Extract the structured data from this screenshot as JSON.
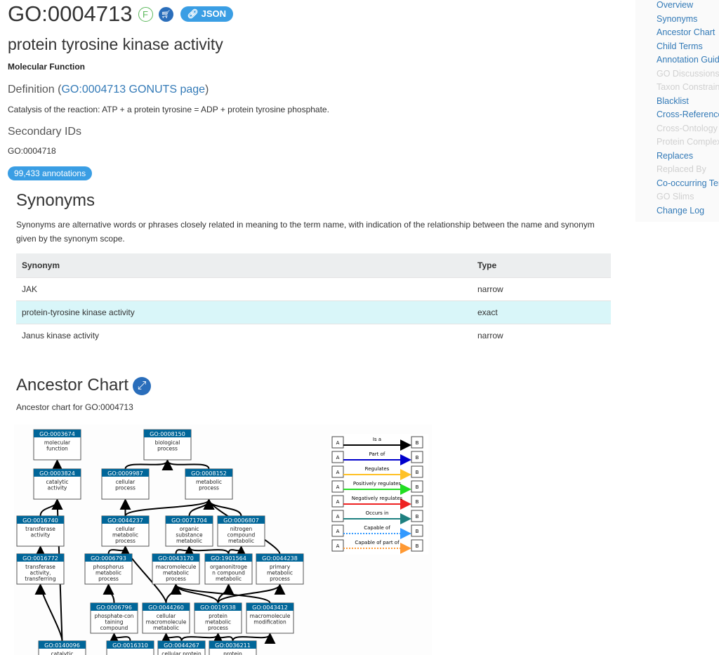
{
  "header": {
    "go_id": "GO:0004713",
    "aspect_badge": "F",
    "json_label": "JSON",
    "term_name": "protein tyrosine kinase activity",
    "aspect": "Molecular Function"
  },
  "definition": {
    "heading_prefix": "Definition (",
    "link": "GO:0004713 GONUTS page",
    "heading_suffix": ")",
    "text": "Catalysis of the reaction: ATP + a protein tyrosine = ADP + protein tyrosine phosphate."
  },
  "secondary": {
    "heading": "Secondary IDs",
    "ids": "GO:0004718"
  },
  "annotations": "99,433 annotations",
  "synonyms": {
    "heading": "Synonyms",
    "description": "Synonyms are alternative words or phrases closely related in meaning to the term name, with indication of the relationship between the name and synonym given by the synonym scope.",
    "columns": [
      "Synonym",
      "Type"
    ],
    "rows": [
      [
        "JAK",
        "narrow"
      ],
      [
        "protein-tyrosine kinase activity",
        "exact"
      ],
      [
        "Janus kinase activity",
        "narrow"
      ]
    ]
  },
  "ancestor": {
    "heading": "Ancestor Chart",
    "caption": "Ancestor chart for GO:0004713",
    "nodes": [
      {
        "id": "GO:0003674",
        "label": [
          "molecular",
          "function"
        ]
      },
      {
        "id": "GO:0008150",
        "label": [
          "biological",
          "process"
        ]
      },
      {
        "id": "GO:0003824",
        "label": [
          "catalytic",
          "activity"
        ]
      },
      {
        "id": "GO:0009987",
        "label": [
          "cellular",
          "process"
        ]
      },
      {
        "id": "GO:0008152",
        "label": [
          "metabolic",
          "process"
        ]
      },
      {
        "id": "GO:0016740",
        "label": [
          "transferase",
          "activity"
        ]
      },
      {
        "id": "GO:0044237",
        "label": [
          "cellular",
          "metabolic",
          "process"
        ]
      },
      {
        "id": "GO:0071704",
        "label": [
          "organic",
          "substance",
          "metabolic"
        ]
      },
      {
        "id": "GO:0006807",
        "label": [
          "nitrogen",
          "compound",
          "metabolic"
        ]
      },
      {
        "id": "GO:0016772",
        "label": [
          "transferase",
          "activity,",
          "transferring"
        ]
      },
      {
        "id": "GO:0006793",
        "label": [
          "phosphorus",
          "metabolic",
          "process"
        ]
      },
      {
        "id": "GO:0043170",
        "label": [
          "macromolecule",
          "metabolic",
          "process"
        ]
      },
      {
        "id": "GO:1901564",
        "label": [
          "organonitroge",
          "n compound",
          "metabolic"
        ]
      },
      {
        "id": "GO:0044238",
        "label": [
          "primary",
          "metabolic",
          "process"
        ]
      },
      {
        "id": "GO:0006796",
        "label": [
          "phosphate-con",
          "taining",
          "compound"
        ]
      },
      {
        "id": "GO:0044260",
        "label": [
          "cellular",
          "macromolecule",
          "metabolic"
        ]
      },
      {
        "id": "GO:0019538",
        "label": [
          "protein",
          "metabolic",
          "process"
        ]
      },
      {
        "id": "GO:0043412",
        "label": [
          "macromolecule",
          "modification"
        ]
      },
      {
        "id": "GO:0140096",
        "label": [
          "catalytic"
        ]
      },
      {
        "id": "GO:0016310",
        "label": []
      },
      {
        "id": "GO:0044267",
        "label": [
          "cellular protein"
        ]
      },
      {
        "id": "GO:0036211",
        "label": [
          "protein"
        ]
      }
    ],
    "edges": [
      [
        "GO:0003824",
        "GO:0003674"
      ],
      [
        "GO:0009987",
        "GO:0008150"
      ],
      [
        "GO:0008152",
        "GO:0008150"
      ],
      [
        "GO:0016740",
        "GO:0003824"
      ],
      [
        "GO:0044237",
        "GO:0009987"
      ],
      [
        "GO:0044237",
        "GO:0008152"
      ],
      [
        "GO:0071704",
        "GO:0008152"
      ],
      [
        "GO:0006807",
        "GO:0008152"
      ],
      [
        "GO:0044238",
        "GO:0008152"
      ],
      [
        "GO:0016772",
        "GO:0016740"
      ],
      [
        "GO:0006793",
        "GO:0044237"
      ],
      [
        "GO:0043170",
        "GO:0071704"
      ],
      [
        "GO:1901564",
        "GO:0071704"
      ],
      [
        "GO:1901564",
        "GO:0006807"
      ],
      [
        "GO:0006796",
        "GO:0006793"
      ],
      [
        "GO:0044260",
        "GO:0043170"
      ],
      [
        "GO:0044260",
        "GO:0044237"
      ],
      [
        "GO:0019538",
        "GO:0043170"
      ],
      [
        "GO:0019538",
        "GO:1901564"
      ],
      [
        "GO:0019538",
        "GO:0044238"
      ],
      [
        "GO:0043412",
        "GO:0043170"
      ],
      [
        "GO:0140096",
        "GO:0003824"
      ],
      [
        "GO:0140096",
        "GO:0016772"
      ],
      [
        "GO:0016310",
        "GO:0006796"
      ],
      [
        "GO:0044267",
        "GO:0044260"
      ],
      [
        "GO:0044267",
        "GO:0019538"
      ],
      [
        "GO:0036211",
        "GO:0019538"
      ],
      [
        "GO:0036211",
        "GO:0043412"
      ]
    ],
    "legend": [
      {
        "label": "Is a",
        "color": "#000000",
        "dashed": false
      },
      {
        "label": "Part of",
        "color": "#0000cc",
        "dashed": false
      },
      {
        "label": "Regulates",
        "color": "#ffc125",
        "dashed": false
      },
      {
        "label": "Positively regulates",
        "color": "#22dd22",
        "dashed": false
      },
      {
        "label": "Negatively regulates",
        "color": "#ee2222",
        "dashed": false
      },
      {
        "label": "Occurs in",
        "color": "#1f8080",
        "dashed": false
      },
      {
        "label": "Capable of",
        "color": "#3399ff",
        "dashed": true
      },
      {
        "label": "Capable of part of",
        "color": "#ff9933",
        "dashed": true
      }
    ],
    "legend_a": "A",
    "legend_b": "B"
  },
  "sidebar": [
    {
      "label": "Overview",
      "enabled": true
    },
    {
      "label": "Synonyms",
      "enabled": true
    },
    {
      "label": "Ancestor Chart",
      "enabled": true
    },
    {
      "label": "Child Terms",
      "enabled": true
    },
    {
      "label": "Annotation Guidelines",
      "enabled": true
    },
    {
      "label": "GO Discussions",
      "enabled": false
    },
    {
      "label": "Taxon Constraints",
      "enabled": false
    },
    {
      "label": "Blacklist",
      "enabled": true
    },
    {
      "label": "Cross-References",
      "enabled": true
    },
    {
      "label": "Cross-Ontology",
      "enabled": false
    },
    {
      "label": "Protein Complexes",
      "enabled": false
    },
    {
      "label": "Replaces",
      "enabled": true
    },
    {
      "label": "Replaced By",
      "enabled": false
    },
    {
      "label": "Co-occurring Terms",
      "enabled": true
    },
    {
      "label": "GO Slims",
      "enabled": false
    },
    {
      "label": "Change Log",
      "enabled": true
    }
  ],
  "colors": {
    "link": "#337ab7",
    "node_header": "#006699",
    "badge": "#3a9ee4"
  }
}
